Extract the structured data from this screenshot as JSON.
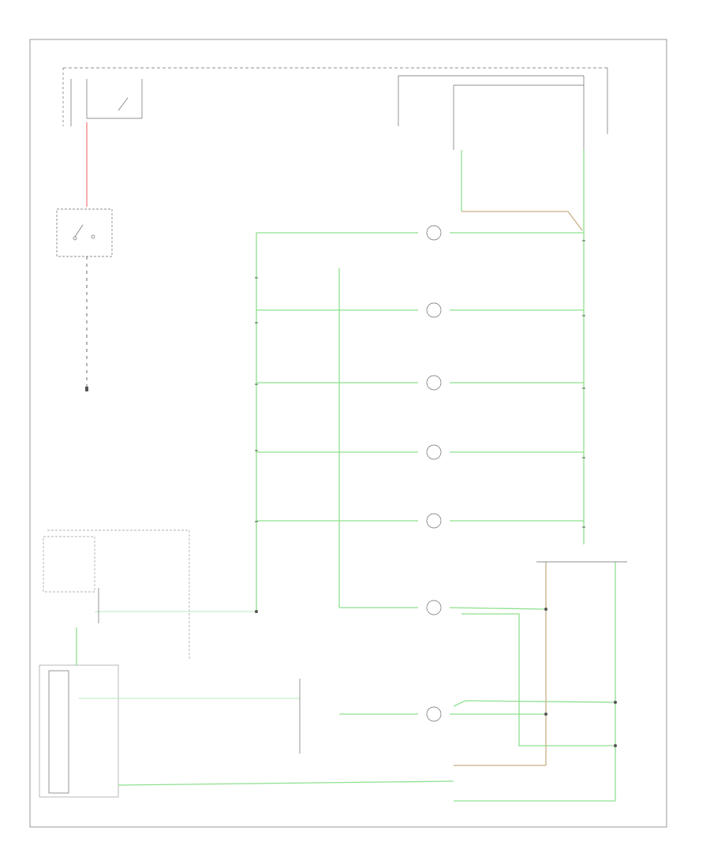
{
  "diagram": {
    "corner_label": "",
    "colors": {
      "frame": "#9a9a9a",
      "wire_green": "#8ee08e",
      "wire_pink": "#f08080",
      "wire_tan": "#c9ae86",
      "wire_gray": "#555555",
      "text": "#8a8a8a"
    },
    "components": [
      {
        "id": "illum-switch",
        "name": "illumination-switch-box"
      },
      {
        "id": "dimmer",
        "name": "dimmer-module-box"
      },
      {
        "id": "bulb-1",
        "name": "bulb-1"
      },
      {
        "id": "bulb-2",
        "name": "bulb-2"
      },
      {
        "id": "bulb-3",
        "name": "bulb-3"
      },
      {
        "id": "bulb-4",
        "name": "bulb-4"
      },
      {
        "id": "bulb-5",
        "name": "bulb-5"
      },
      {
        "id": "bulb-6",
        "name": "bulb-6"
      },
      {
        "id": "bulb-7",
        "name": "bulb-7"
      }
    ]
  }
}
